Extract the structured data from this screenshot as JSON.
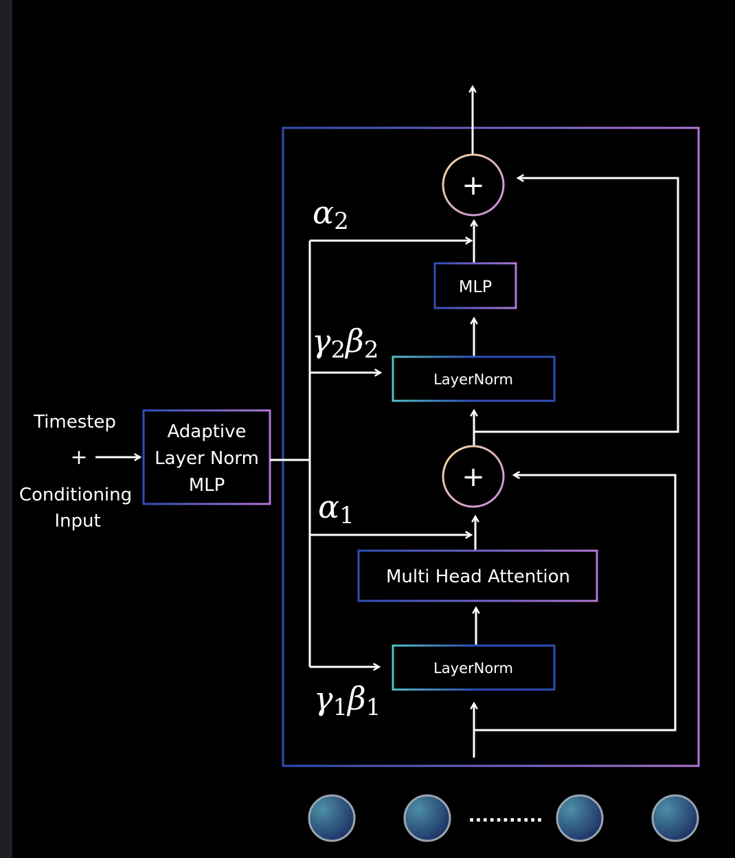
{
  "inputs": {
    "timestep": "Timestep",
    "plus": "+",
    "conditioning_line1": "Conditioning",
    "conditioning_line2": "Input"
  },
  "adaln_mlp": {
    "line1": "Adaptive",
    "line2": "Layer Norm",
    "line3": "MLP"
  },
  "block": {
    "mlp": "MLP",
    "layernorm_top": "LayerNorm",
    "attention": "Multi Head Attention",
    "layernorm_bottom": "LayerNorm",
    "add_symbol": "+"
  },
  "params": {
    "alpha2": {
      "sym": "α",
      "sub": "2"
    },
    "gamma2": {
      "sym": "γ",
      "sub": "2"
    },
    "beta2": {
      "sym": "β",
      "sub": "2"
    },
    "alpha1": {
      "sym": "α",
      "sub": "1"
    },
    "gamma1": {
      "sym": "γ",
      "sub": "1"
    },
    "beta1": {
      "sym": "β",
      "sub": "1"
    }
  },
  "tokens": {
    "ellipsis": "..........."
  },
  "colors": {
    "background": "#000000",
    "outer": "#1e1f22",
    "gradient_start": "#2f4fb5",
    "gradient_end": "#b278d8",
    "layernorm_accent": "#53c3c8",
    "adder_gradient_start": "#f6df9a",
    "adder_gradient_end": "#c988e2",
    "token_fill_start": "#4d8fa6",
    "token_fill_end": "#1b2e63",
    "token_border": "#9aa6b0",
    "line": "#ffffff"
  }
}
